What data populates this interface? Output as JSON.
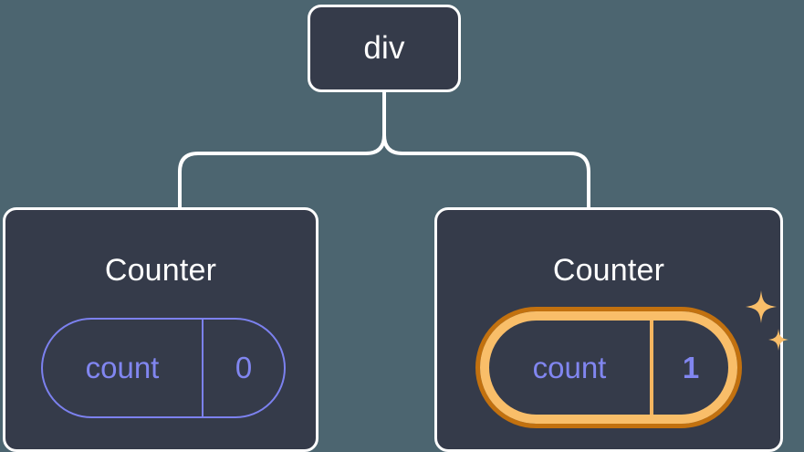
{
  "diagram": {
    "type": "component-tree",
    "background_color": "#4c6570",
    "node_fill_color": "#353b4a",
    "node_border_color": "#ffffff",
    "accent_state_color": "#8186f0",
    "highlight_outer_color": "#c2710f",
    "highlight_inner_color": "#f9be69",
    "root": {
      "label": "div"
    },
    "children": [
      {
        "label": "Counter",
        "state": {
          "key": "count",
          "value": "0"
        },
        "highlighted": false,
        "sparkles": false
      },
      {
        "label": "Counter",
        "state": {
          "key": "count",
          "value": "1"
        },
        "highlighted": true,
        "sparkles": true,
        "sparkle_icons": [
          "sparkle-large-icon",
          "sparkle-small-icon"
        ]
      }
    ]
  }
}
